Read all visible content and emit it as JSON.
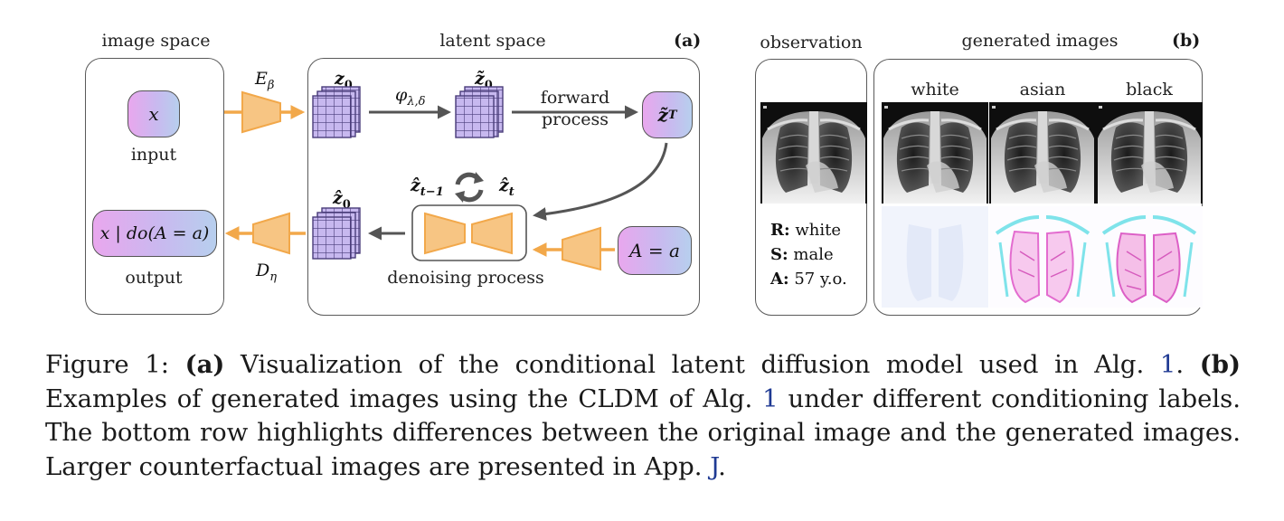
{
  "figure_a": {
    "tag": "(a)",
    "image_space_label": "image space",
    "latent_space_label": "latent space",
    "input_node": "x",
    "input_label": "input",
    "output_node": "x | do(A = a)",
    "output_label": "output",
    "encoder_label": "E",
    "encoder_sub": "β",
    "decoder_label": "D",
    "decoder_sub": "η",
    "z0_label": "z",
    "z0_sub": "0",
    "phi_label": "φ",
    "phi_sub": "λ,δ",
    "ztilde0_label": "z̃",
    "ztilde0_sub": "0",
    "forward_line1": "forward",
    "forward_line2": "process",
    "ztildeT_label": "z̃",
    "ztildeT_sub": "T",
    "zhat_tm1_label": "ẑ",
    "zhat_tm1_sub": "t−1",
    "zhat_t_label": "ẑ",
    "zhat_t_sub": "t",
    "zhat0_label": "ẑ",
    "zhat0_sub": "0",
    "denoising_label": "denoising process",
    "condition_node": "A = a"
  },
  "figure_b": {
    "tag": "(b)",
    "observation_label": "observation",
    "generated_label": "generated images",
    "columns": [
      "white",
      "asian",
      "black"
    ],
    "meta": [
      {
        "key": "R:",
        "value": "white"
      },
      {
        "key": "S:",
        "value": "male"
      },
      {
        "key": "A:",
        "value": "57 y.o."
      }
    ]
  },
  "caption": {
    "fig_label": "Figure 1:",
    "part_a": "(a)",
    "text_a": "Visualization of the conditional latent diffusion model used in Alg.",
    "ref_a": "1",
    "part_b": "(b)",
    "text_b1": "Examples of generated images using the CLDM of Alg.",
    "ref_b": "1",
    "text_b2": "under different conditioning labels. The bottom row highlights differences between the original image and the generated images. Larger counterfactual images are presented in App.",
    "ref_app": "J",
    "end": "."
  },
  "colors": {
    "orange": "#f2a84a",
    "orange_fill": "#f7c583",
    "grid_fill": "#c7b8ef",
    "grid_line": "#4a3d7a",
    "arrow": "#555555",
    "ref_link": "#1f3a93"
  }
}
